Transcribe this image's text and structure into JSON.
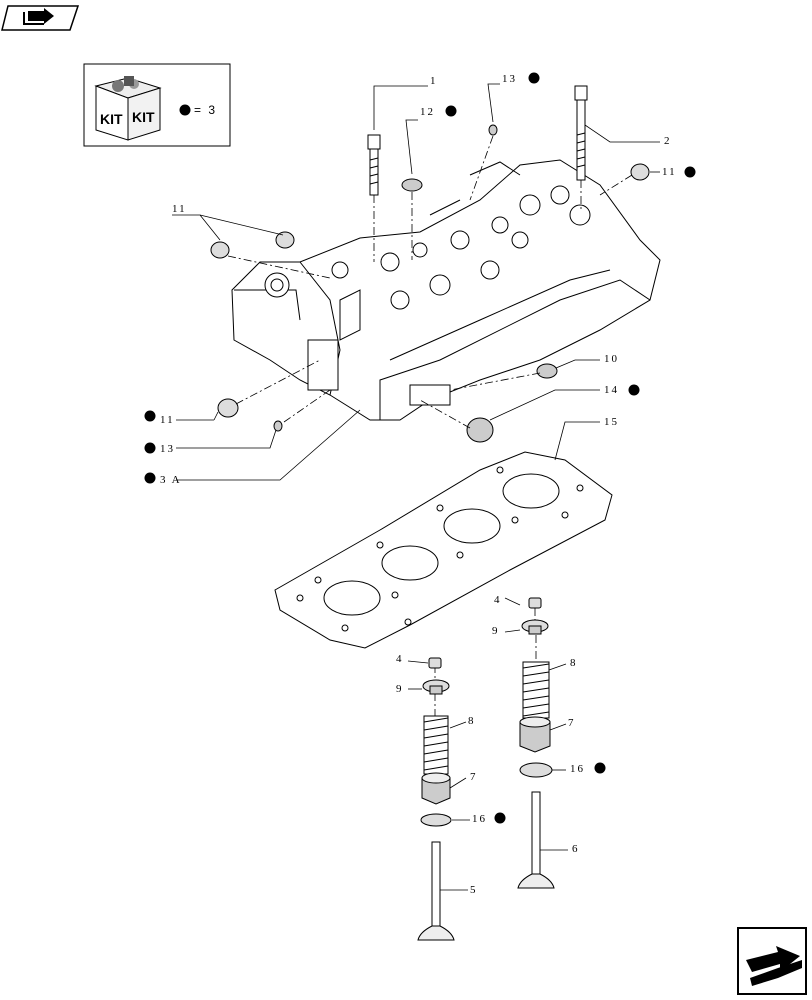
{
  "kit_legend": {
    "kit_word_left": "KIT",
    "kit_word_right": "KIT",
    "equals_text": "= 3"
  },
  "labels": {
    "l1": "1",
    "l2": "2",
    "l3a": "3 A",
    "l4a": "4",
    "l4b": "4",
    "l5": "5",
    "l6": "6",
    "l7a": "7",
    "l7b": "7",
    "l8a": "8",
    "l8b": "8",
    "l9a": "9",
    "l9b": "9",
    "l10": "10",
    "l11a": "11",
    "l11b": "11",
    "l11c": "11",
    "l12": "12",
    "l13a": "13",
    "l13b": "13",
    "l14": "14",
    "l15": "15",
    "l16a": "16",
    "l16b": "16"
  },
  "icons": {
    "top_left": "book-arrow-icon",
    "bottom_right": "next-page-arrow-icon"
  }
}
